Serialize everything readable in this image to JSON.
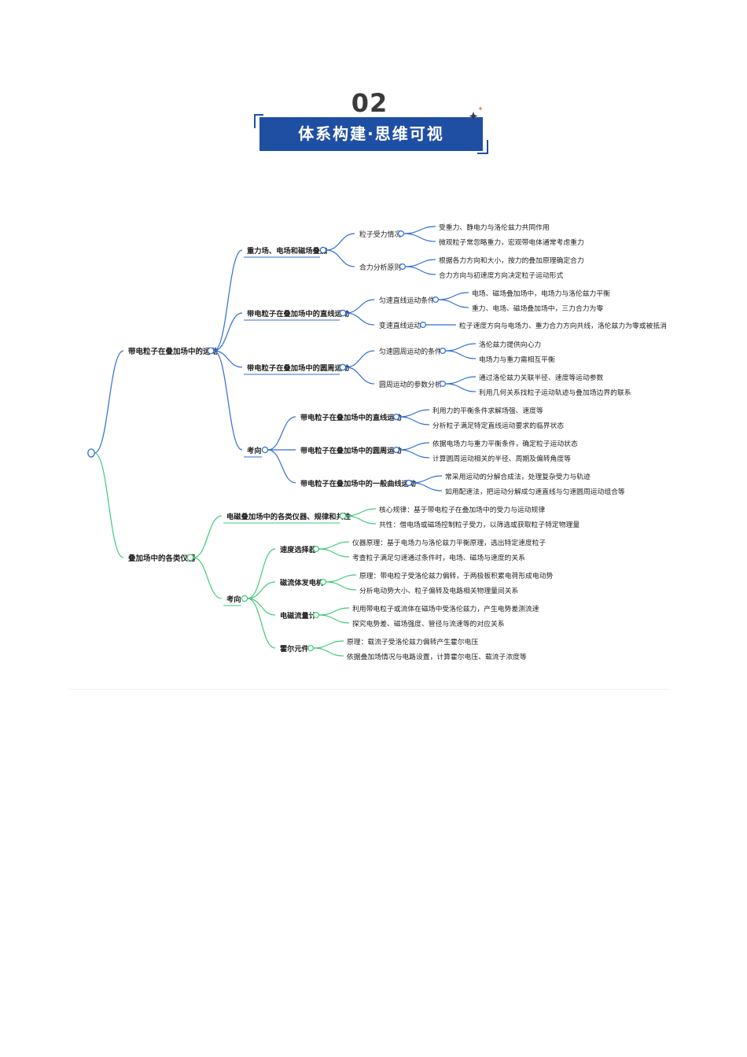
{
  "header": {
    "number": "02",
    "title": "体系构建·思维可视"
  },
  "colors": {
    "blue": "#2f6fd6",
    "green": "#42c97a",
    "banner": "#1f4fa3"
  },
  "mindmap": {
    "blue_branch": {
      "label": "带电粒子在叠加场中的运动",
      "topics": [
        {
          "label": "重力场、电场和磁场叠加",
          "items": [
            {
              "label": "粒子受力情况",
              "leaves": [
                "受重力、静电力与洛伦兹力共同作用",
                "微观粒子常忽略重力，宏观带电体通常考虑重力"
              ]
            },
            {
              "label": "合力分析原则",
              "leaves": [
                "根据各力方向和大小，按力的叠加原理确定合力",
                "合力方向与初速度方向决定粒子运动形式"
              ]
            }
          ]
        },
        {
          "label": "带电粒子在叠加场中的直线运动",
          "items": [
            {
              "label": "匀速直线运动条件",
              "leaves": [
                "电场、磁场叠加场中，电场力与洛伦兹力平衡",
                "重力、电场、磁场叠加场中，三力合力为零"
              ]
            },
            {
              "label": "变速直线运动",
              "leaves": [
                "粒子速度方向与电场力、重力合力方向共线，洛伦兹力为零或被抵消"
              ]
            }
          ]
        },
        {
          "label": "带电粒子在叠加场中的圆周运动",
          "items": [
            {
              "label": "匀速圆周运动的条件",
              "leaves": [
                "洛伦兹力提供向心力",
                "电场力与重力需相互平衡"
              ]
            },
            {
              "label": "圆周运动的参数分析",
              "leaves": [
                "通过洛伦兹力关联半径、速度等运动参数",
                "利用几何关系找粒子运动轨迹与叠加场边界的联系"
              ]
            }
          ]
        },
        {
          "label": "考向",
          "items": [
            {
              "label": "带电粒子在叠加场中的直线运动",
              "leaves": [
                "利用力的平衡条件求解场强、速度等",
                "分析粒子满足特定直线运动要求的临界状态"
              ]
            },
            {
              "label": "带电粒子在叠加场中的圆周运动",
              "leaves": [
                "依据电场力与重力平衡条件，确定粒子运动状态",
                "计算圆周运动相关的半径、周期及偏转角度等"
              ]
            },
            {
              "label": "带电粒子在叠加场中的一般曲线运动",
              "leaves": [
                "常采用运动的分解合成法，处理复杂受力与轨迹",
                "如用配速法，把运动分解成匀速直线与匀速圆周运动组合等"
              ]
            }
          ]
        }
      ]
    },
    "green_branch": {
      "label": "叠加场中的各类仪器",
      "topics": [
        {
          "label": "电磁叠加场中的各类仪器、规律和共性",
          "leaves": [
            "核心规律：基于带电粒子在叠加场中的受力与运动规律",
            "共性：借电场或磁场控制粒子受力，以筛选或获取粒子特定物理量"
          ]
        },
        {
          "label": "考向",
          "items": [
            {
              "label": "速度选择器",
              "leaves": [
                "仪器原理：基于电场力与洛伦兹力平衡原理，选出特定速度粒子",
                "考查粒子满足匀速通过条件时，电场、磁场与速度的关系"
              ]
            },
            {
              "label": "磁流体发电机",
              "leaves": [
                "原理：带电粒子受洛伦兹力偏转，于两极板积累电荷形成电动势",
                "分析电动势大小、粒子偏转及电路相关物理量间关系"
              ]
            },
            {
              "label": "电磁流量计",
              "leaves": [
                "利用带电粒子或流体在磁场中受洛伦兹力，产生电势差测流速",
                "探究电势差、磁场强度、管径与流速等的对应关系"
              ]
            },
            {
              "label": "霍尔元件",
              "leaves": [
                "原理：载流子受洛伦兹力偏转产生霍尔电压",
                "依据叠加场情况与电路设置，计算霍尔电压、载流子浓度等"
              ]
            }
          ]
        }
      ]
    }
  }
}
